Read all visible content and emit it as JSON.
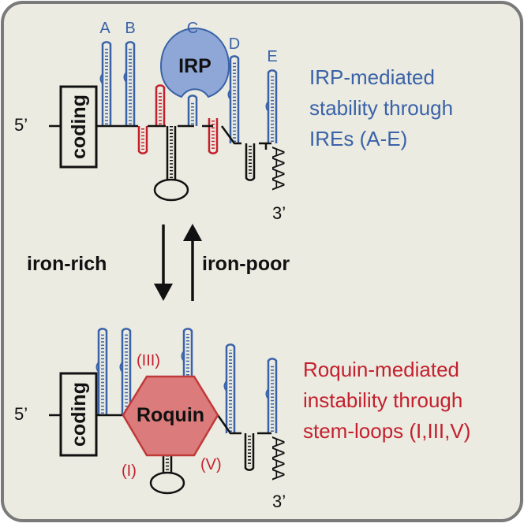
{
  "colors": {
    "background": "#ebebe1",
    "frame": "#7a7a7a",
    "blue": "#3a62a8",
    "red": "#c4202e",
    "irp_fill": "#8ea7d6",
    "roquin_fill": "#dc7b7b",
    "roquin_stroke": "#c03a3a",
    "black": "#111111"
  },
  "top_panel": {
    "five_prime": "5’",
    "coding": "coding",
    "three_prime": "3’",
    "poly_a": "AAAA",
    "ire_labels": [
      "A",
      "B",
      "C",
      "D",
      "E"
    ],
    "protein": "IRP",
    "description": [
      "IRP-mediated",
      "stability through",
      "IREs (A-E)"
    ]
  },
  "transition": {
    "down_label": "iron-rich",
    "up_label": "iron-poor"
  },
  "bottom_panel": {
    "five_prime": "5’",
    "coding": "coding",
    "three_prime": "3’",
    "poly_a": "AAAA",
    "protein": "Roquin",
    "loop_labels": [
      "(III)",
      "(I)",
      "(V)"
    ],
    "description": [
      "Roquin-mediated",
      "instability through",
      "stem-loops (I,III,V)"
    ]
  }
}
